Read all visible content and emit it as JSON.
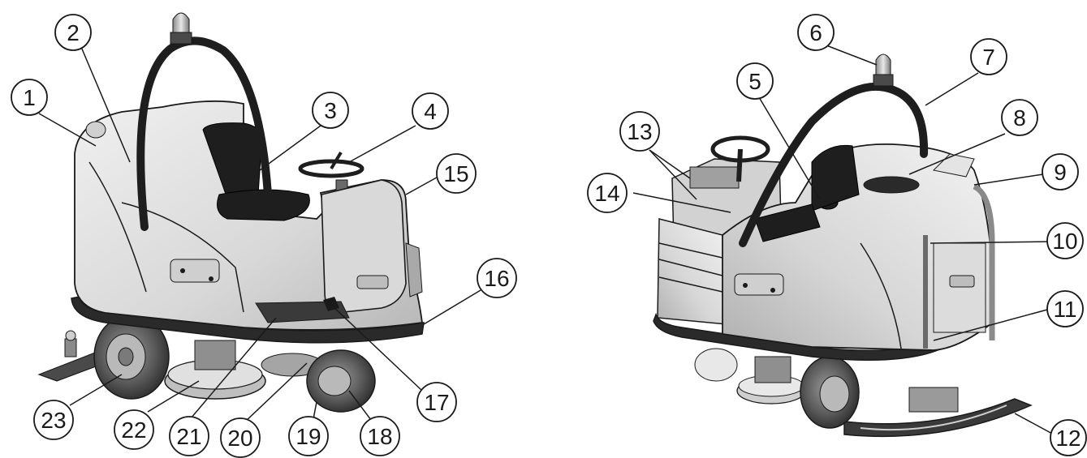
{
  "diagram": {
    "left_view": {
      "callouts": [
        {
          "id": "1",
          "label": "1"
        },
        {
          "id": "2",
          "label": "2"
        },
        {
          "id": "3",
          "label": "3"
        },
        {
          "id": "4",
          "label": "4"
        },
        {
          "id": "15",
          "label": "15"
        },
        {
          "id": "16",
          "label": "16"
        },
        {
          "id": "17",
          "label": "17"
        },
        {
          "id": "18",
          "label": "18"
        },
        {
          "id": "19",
          "label": "19"
        },
        {
          "id": "20",
          "label": "20"
        },
        {
          "id": "21",
          "label": "21"
        },
        {
          "id": "22",
          "label": "22"
        },
        {
          "id": "23",
          "label": "23"
        }
      ]
    },
    "right_view": {
      "callouts": [
        {
          "id": "5",
          "label": "5"
        },
        {
          "id": "6",
          "label": "6"
        },
        {
          "id": "7",
          "label": "7"
        },
        {
          "id": "8",
          "label": "8"
        },
        {
          "id": "9",
          "label": "9"
        },
        {
          "id": "10",
          "label": "10"
        },
        {
          "id": "11",
          "label": "11"
        },
        {
          "id": "12",
          "label": "12"
        },
        {
          "id": "13",
          "label": "13"
        },
        {
          "id": "14",
          "label": "14"
        }
      ]
    }
  },
  "colors": {
    "body_light": "#e6e6e6",
    "body_mid": "#c8c8c8",
    "body_dark": "#6a6a6a",
    "frame_black": "#1e1e1e",
    "line": "#1a1a1a"
  }
}
